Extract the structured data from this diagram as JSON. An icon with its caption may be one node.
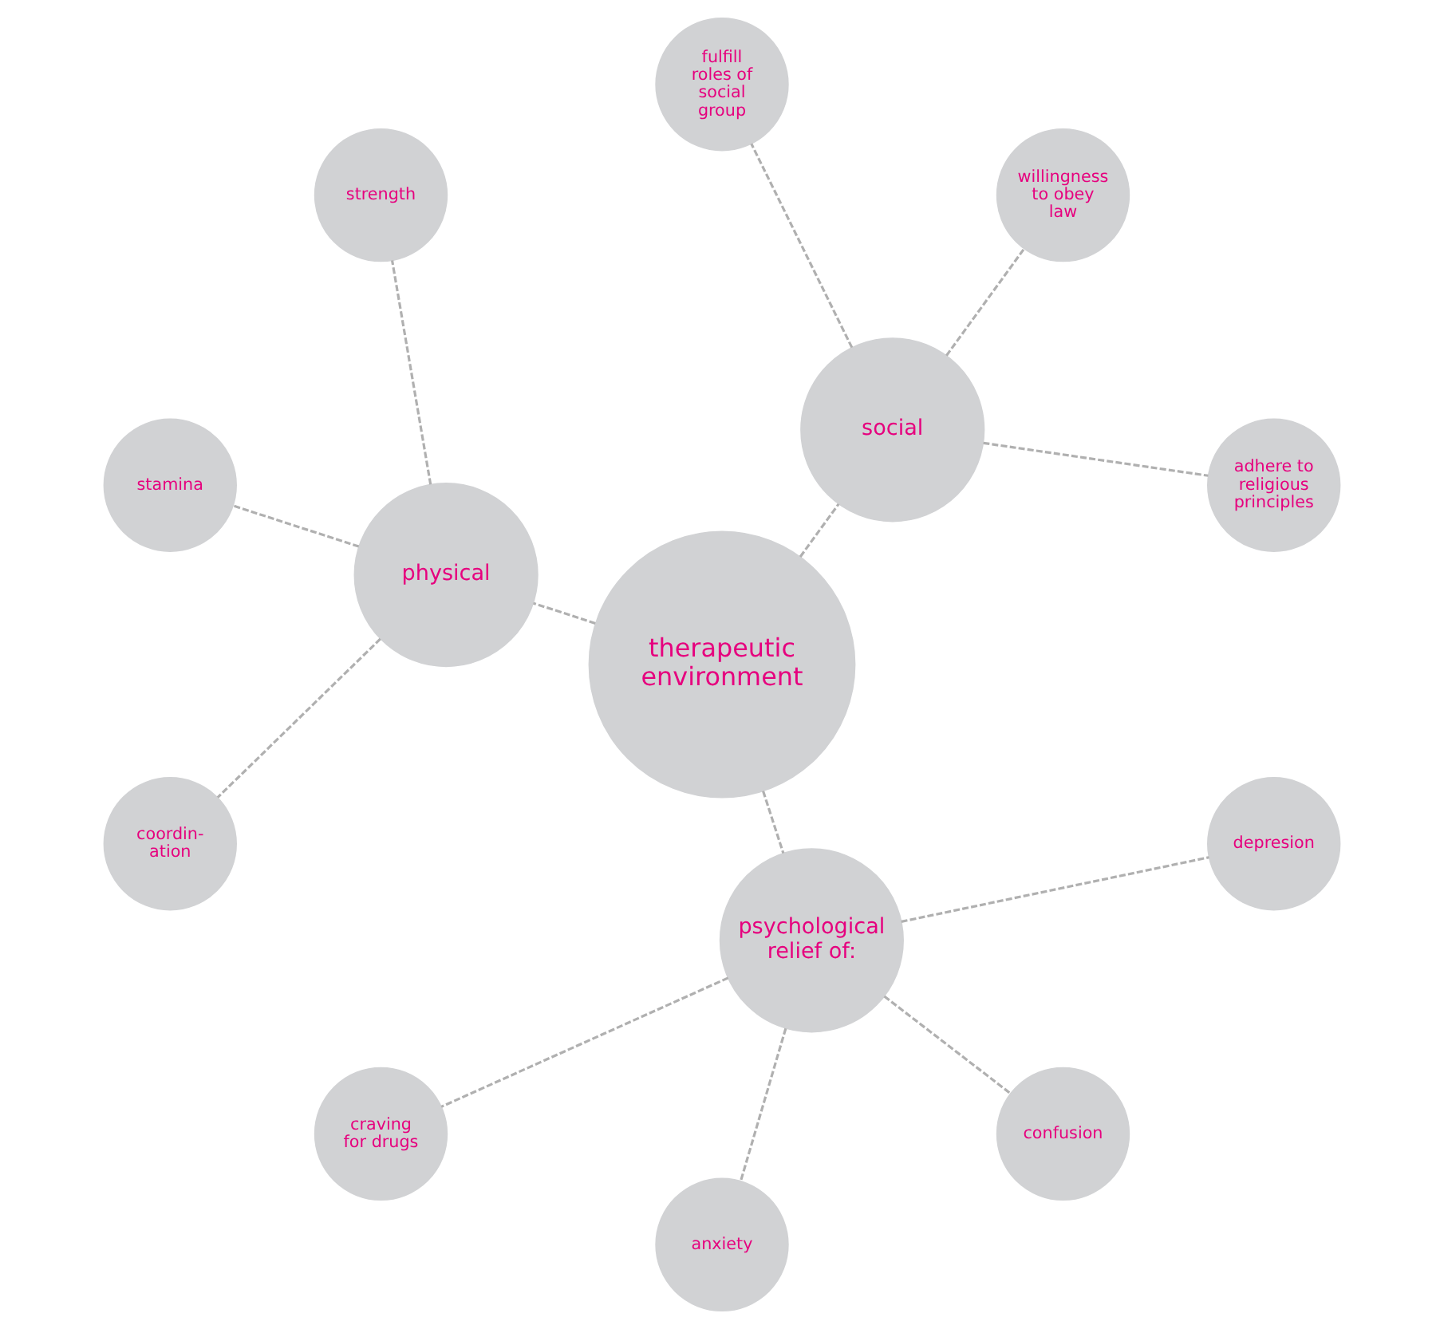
{
  "diagram": {
    "nodes": [
      {
        "text": [
          "therapeutic environment"
        ]
      },
      {
        "text": [
          "social"
        ]
      },
      {
        "text": [
          "adhere to religious principles"
        ]
      },
      {
        "text": [
          "willingness to obey law"
        ]
      },
      {
        "text": [
          "fulfill roles of social group"
        ]
      },
      {
        "text": [
          "physical"
        ]
      },
      {
        "text": [
          "strength"
        ]
      },
      {
        "text": [
          "stamina"
        ]
      },
      {
        "text": [
          "coordin- ation"
        ]
      },
      {
        "text": [
          "psychological relief of:"
        ]
      },
      {
        "text": [
          "craving for drugs"
        ]
      },
      {
        "text": [
          "anxiety"
        ]
      },
      {
        "text": [
          "confusion"
        ]
      },
      {
        "text": [
          "depresion"
        ]
      }
    ],
    "edges": [
      {
        "from": 0,
        "to": 1,
        "arrow": "none",
        "style": "dashed"
      },
      {
        "from": 0,
        "to": 5,
        "arrow": "none",
        "style": "dashed"
      },
      {
        "from": 0,
        "to": 9,
        "arrow": "none",
        "style": "dashed"
      },
      {
        "from": 1,
        "to": 2,
        "arrow": "none",
        "style": "dashed"
      },
      {
        "from": 1,
        "to": 3,
        "arrow": "none",
        "style": "dashed"
      },
      {
        "from": 1,
        "to": 4,
        "arrow": "none",
        "style": "dashed"
      },
      {
        "from": 5,
        "to": 6,
        "arrow": "none",
        "style": "dashed"
      },
      {
        "from": 5,
        "to": 7,
        "arrow": "none",
        "style": "dashed"
      },
      {
        "from": 5,
        "to": 8,
        "arrow": "none",
        "style": "dashed"
      },
      {
        "from": 9,
        "to": 10,
        "arrow": "none",
        "style": "dashed"
      },
      {
        "from": 9,
        "to": 11,
        "arrow": "none",
        "style": "dashed"
      },
      {
        "from": 9,
        "to": 12,
        "arrow": "none",
        "style": "dashed"
      },
      {
        "from": 9,
        "to": 13,
        "arrow": "none",
        "style": "dashed"
      }
    ]
  }
}
